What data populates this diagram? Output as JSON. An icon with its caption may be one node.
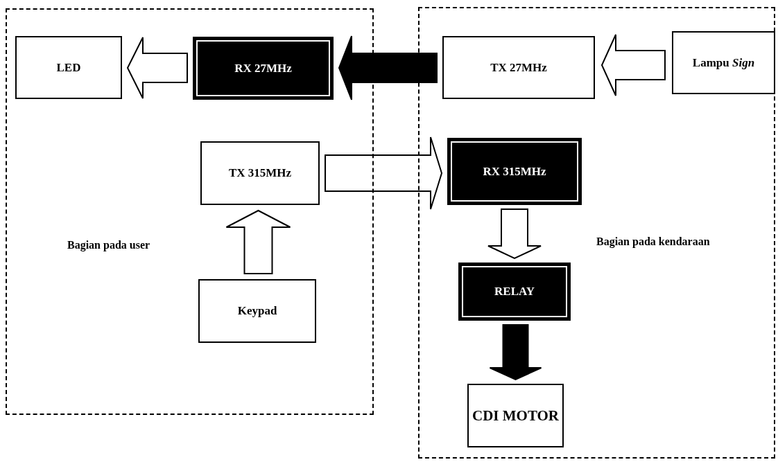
{
  "diagram": {
    "nodes": [
      {
        "text": [
          "Bagian pada user"
        ]
      },
      {
        "text": [
          "LED"
        ],
        "in": 0
      },
      {
        "text": [
          "RX 27MHz"
        ],
        "in": 0
      },
      {
        "text": [
          "TX 315MHz"
        ],
        "in": 0
      },
      {
        "text": [
          "Keypad"
        ],
        "in": 0
      },
      {
        "text": [
          "Bagian pada kendaraan"
        ]
      },
      {
        "text": [
          "TX 27MHz"
        ],
        "in": 5
      },
      {
        "text": [
          "Lampu *Sign*"
        ],
        "in": 5
      },
      {
        "text": [
          "RX 315MHz"
        ],
        "in": 5
      },
      {
        "text": [
          "RELAY"
        ],
        "in": 5
      },
      {
        "text": [
          "CDI MOTOR"
        ],
        "in": 5
      }
    ],
    "edges": [
      {
        "from": 2,
        "to": 1,
        "arrow": "to"
      },
      {
        "from": 6,
        "to": 2,
        "arrow": "to",
        "color": "#000000"
      },
      {
        "from": 7,
        "to": 6,
        "arrow": "to"
      },
      {
        "from": 4,
        "to": 3,
        "arrow": "to"
      },
      {
        "from": 3,
        "to": 8,
        "arrow": "to"
      },
      {
        "from": 8,
        "to": 9,
        "arrow": "to"
      },
      {
        "from": 9,
        "to": 10,
        "arrow": "to",
        "color": "#000000"
      }
    ]
  }
}
